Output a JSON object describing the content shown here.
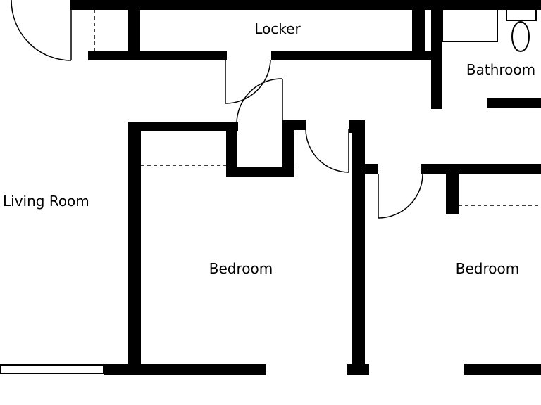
{
  "rooms": {
    "locker": "Locker",
    "bathroom": "Bathroom",
    "living_room": "Living Room",
    "bedroom_left": "Bedroom",
    "bedroom_right": "Bedroom"
  },
  "colors": {
    "wall": "#000000",
    "background": "#ffffff",
    "line": "#000000"
  }
}
